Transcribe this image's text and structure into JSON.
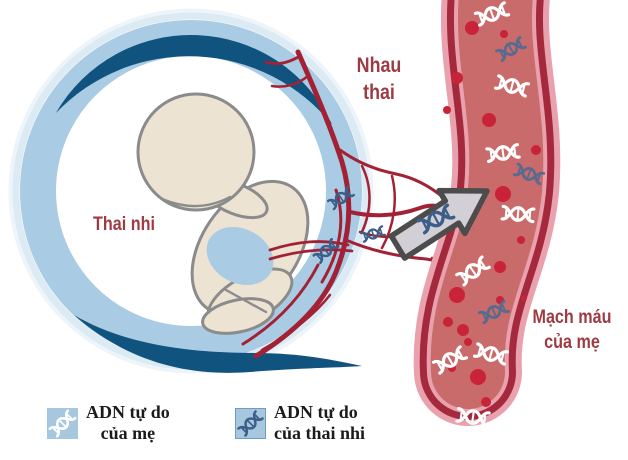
{
  "diagram": {
    "labels": {
      "fetus": "Thai nhi",
      "placenta": [
        "Nhau",
        "thai"
      ],
      "maternal_vessel": [
        "Mạch máu",
        "của mẹ"
      ]
    },
    "legend": {
      "items": [
        {
          "icon": "dna-free-maternal-icon",
          "lines": [
            "ADN tự do",
            "của mẹ"
          ]
        },
        {
          "icon": "dna-free-fetal-icon",
          "lines": [
            "ADN tự do",
            "của thai nhi"
          ]
        }
      ]
    },
    "colors": {
      "label_red": "#9d3a42",
      "ring_blue": "#a9cbe3",
      "crescent_navy": "#11537f",
      "vessel_branch_red": "#a32135",
      "vessel_crimson": "#a5293c",
      "vessel_pink": "#e8a1ad",
      "vessel_lumen": "#c96b6b",
      "blood_cell_red": "#c92339",
      "fetus_skin": "#ece3d2",
      "fetus_outline": "#8b8b8b",
      "arrow_fill": "#d2cfd6",
      "arrow_outline": "#4c4c4c",
      "dna_blue": "#3c5e88",
      "dna_white": "#ffffff",
      "legend_box_blue": "#a6c7de",
      "legend_text": "#1b1b1b"
    }
  }
}
